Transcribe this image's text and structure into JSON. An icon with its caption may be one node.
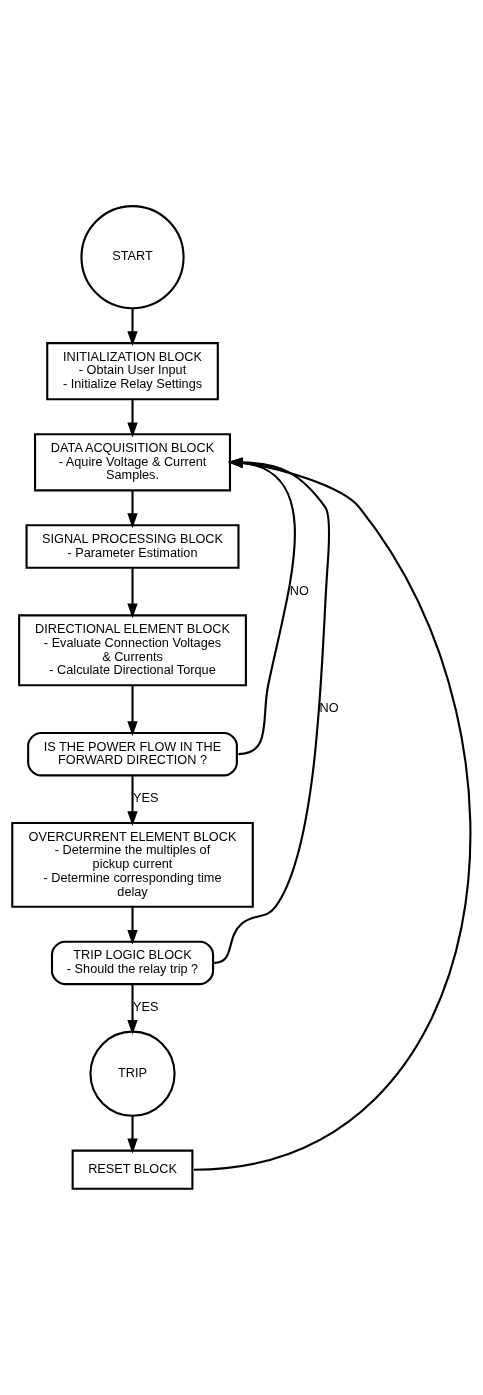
{
  "diagram": {
    "nodes": [
      {
        "text": [
          "START"
        ]
      },
      {
        "text": [
          "INITIALIZATION BLOCK",
          "- Obtain User Input",
          "- Initialize Relay Settings"
        ]
      },
      {
        "text": [
          "DATA ACQUISITION BLOCK",
          "- Aquire Voltage & Current Samples."
        ]
      },
      {
        "text": [
          "SIGNAL PROCESSING BLOCK",
          "- Parameter Estimation"
        ]
      },
      {
        "text": [
          "DIRECTIONAL ELEMENT BLOCK",
          "- Evaluate Connection Voltages & Currents",
          "- Calculate Directional Torque"
        ]
      },
      {
        "text": [
          "IS THE POWER FLOW IN THE FORWARD DIRECTION ?"
        ]
      },
      {
        "text": [
          "OVERCURRENT ELEMENT BLOCK",
          "- Determine the multiples of pickup current",
          "- Determine corresponding time delay"
        ]
      },
      {
        "text": [
          "TRIP LOGIC BLOCK",
          "- Should the relay trip ?"
        ]
      },
      {
        "text": [
          "TRIP"
        ]
      },
      {
        "text": [
          "RESET BLOCK"
        ]
      }
    ],
    "edges": [
      {
        "from": 0,
        "to": 1,
        "arrow": "to"
      },
      {
        "from": 1,
        "to": 2,
        "arrow": "to"
      },
      {
        "from": 2,
        "to": 3,
        "arrow": "to"
      },
      {
        "from": 3,
        "to": 4,
        "arrow": "to"
      },
      {
        "from": 4,
        "to": 5,
        "arrow": "to"
      },
      {
        "from": 5,
        "to": 2,
        "arrow": "to",
        "label": "NO"
      },
      {
        "from": 5,
        "to": 6,
        "arrow": "to",
        "label": "YES"
      },
      {
        "from": 6,
        "to": 7,
        "arrow": "to"
      },
      {
        "from": 7,
        "to": 2,
        "arrow": "to",
        "label": "NO"
      },
      {
        "from": 7,
        "to": 8,
        "arrow": "to",
        "label": "YES"
      },
      {
        "from": 8,
        "to": 9,
        "arrow": "to"
      },
      {
        "from": 9,
        "to": 2,
        "arrow": "to"
      }
    ]
  }
}
